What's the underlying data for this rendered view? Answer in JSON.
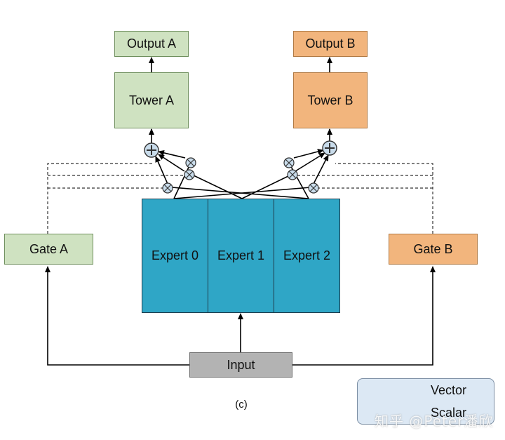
{
  "nodes": {
    "output_a": "Output A",
    "output_b": "Output B",
    "tower_a": "Tower A",
    "tower_b": "Tower B",
    "gate_a": "Gate A",
    "gate_b": "Gate B",
    "expert_0": "Expert 0",
    "expert_1": "Expert 1",
    "expert_2": "Expert 2",
    "input": "Input"
  },
  "legend": {
    "vector": "Vector",
    "scalar": "Scalar"
  },
  "caption": "(c)",
  "watermark": "知乎 @Peter潘欣",
  "colors": {
    "task_a": "#cfe2c1",
    "task_b": "#f2b57d",
    "expert": "#2fa6c6",
    "input": "#b3b3b3",
    "legend": "#dce8f4"
  }
}
